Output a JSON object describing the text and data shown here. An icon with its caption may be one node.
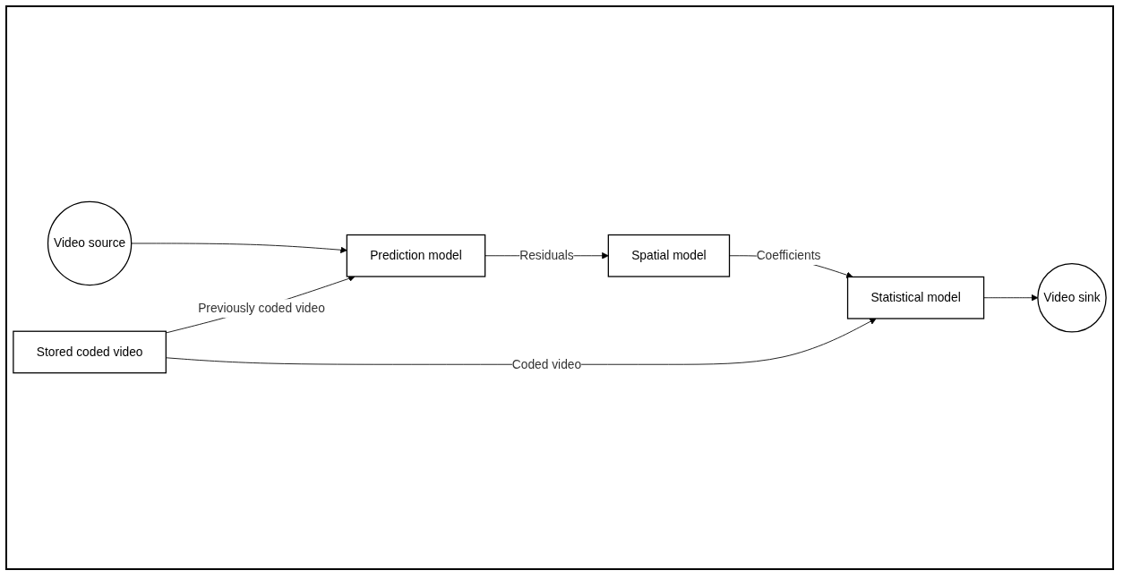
{
  "diagram": {
    "nodes": [
      {
        "text": [
          "Video source"
        ]
      },
      {
        "text": [
          "Prediction model"
        ]
      },
      {
        "text": [
          "Spatial model"
        ]
      },
      {
        "text": [
          "Statistical model"
        ]
      },
      {
        "text": [
          "Video sink"
        ]
      },
      {
        "text": [
          "Stored coded video"
        ]
      }
    ],
    "edges": [
      {
        "from": 0,
        "to": 1,
        "arrow": "to"
      },
      {
        "from": 1,
        "to": 2,
        "arrow": "to",
        "label": "Residuals"
      },
      {
        "from": 2,
        "to": 3,
        "arrow": "to",
        "label": "Coefficients"
      },
      {
        "from": 3,
        "to": 4,
        "arrow": "to"
      },
      {
        "from": 5,
        "to": 1,
        "arrow": "to",
        "label": "Previously coded video"
      },
      {
        "from": 5,
        "to": 3,
        "arrow": "to",
        "label": "Coded video"
      }
    ]
  }
}
